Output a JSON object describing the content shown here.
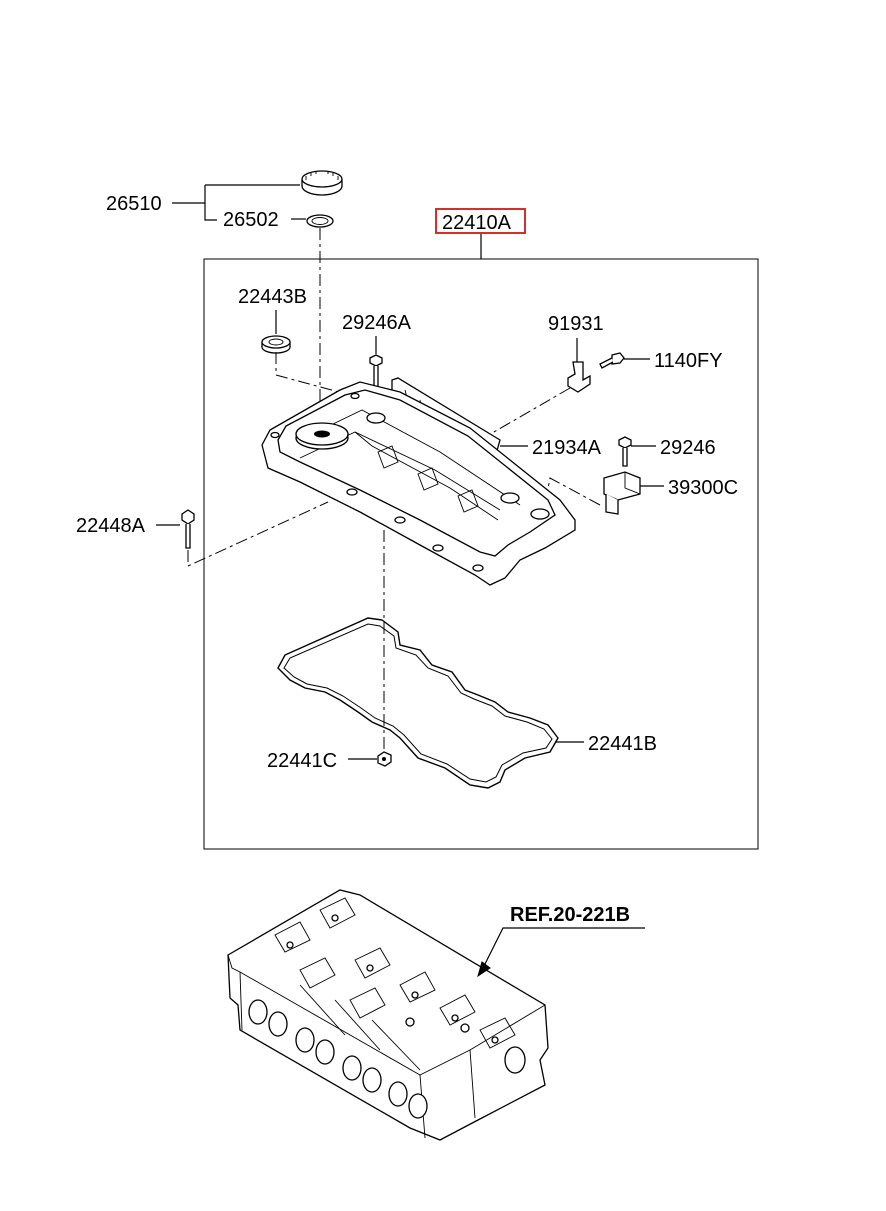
{
  "labels": {
    "oil_cap": "26510",
    "cap_gasket": "26502",
    "cover_assy": "22410A",
    "oil_seal": "22443B",
    "bolt_a": "29246A",
    "bracket": "91931",
    "bolt_fy": "1140FY",
    "baffle": "21934A",
    "bolt": "29246",
    "sensor": "39300C",
    "stud_bolt": "22448A",
    "gasket": "22441B",
    "nut": "22441C",
    "ref": "REF.20-221B"
  },
  "highlight_color": "#d32f2f"
}
